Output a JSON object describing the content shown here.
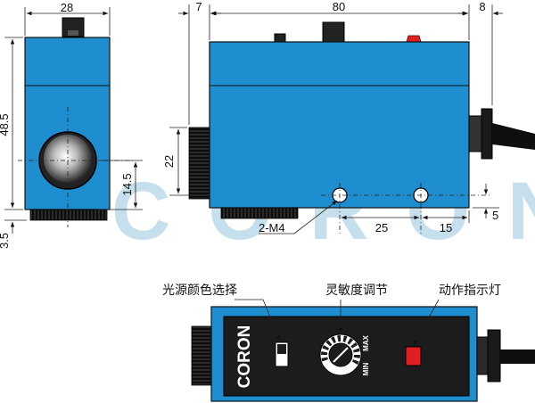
{
  "watermark": "CORON",
  "front_view": {
    "width_dim": "28",
    "height_dim": "48.5",
    "lens_offset_dim": "14.5",
    "base_dim": "3.5"
  },
  "side_view": {
    "left_dim": "7",
    "length_dim": "80",
    "right_dim": "8",
    "height_dim": "22",
    "hole_label": "2-M4",
    "hole_offset_dim": "25",
    "hole_spacing_dim": "15",
    "hole_height_dim": "5"
  },
  "panel_view": {
    "brand": "CORON",
    "dial_max": "MAX",
    "dial_min": "MIN",
    "labels": {
      "color_select": "光源颜色选择",
      "sensitivity": "灵敏度调节",
      "indicator": "动作指示灯"
    }
  },
  "colors": {
    "body": "#1f8ed0",
    "panel": "#1c1c1c",
    "indicator": "#e02020",
    "watermark": "#7fb7d6"
  }
}
